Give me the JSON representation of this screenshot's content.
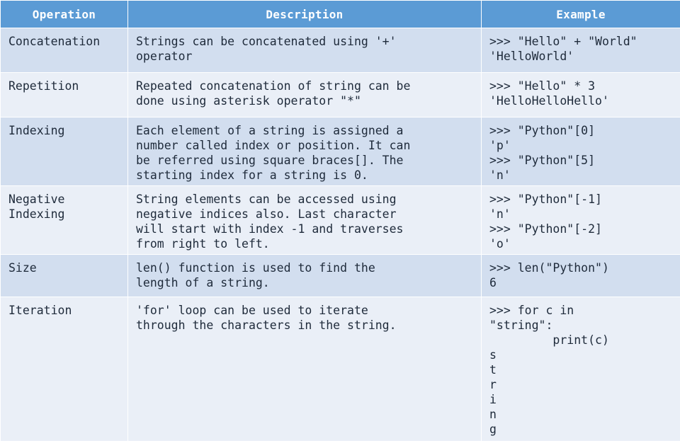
{
  "headers": [
    "Operation",
    "Description",
    "Example"
  ],
  "rows": [
    {
      "operation": "Concatenation",
      "description": "Strings can be concatenated using '+'\noperator",
      "example": ">>> \"Hello\" + \"World\"\n'HelloWorld'"
    },
    {
      "operation": "Repetition",
      "description": "Repeated concatenation of string can be\ndone using asterisk operator \"*\"",
      "example": ">>> \"Hello\" * 3\n'HelloHelloHello'"
    },
    {
      "operation": "Indexing",
      "description": "Each element of a string is assigned a\nnumber called index or position. It can\nbe referred using square braces[]. The\nstarting index for a string is 0.",
      "example": ">>> \"Python\"[0]\n'p'\n>>> \"Python\"[5]\n'n'"
    },
    {
      "operation": "Negative\nIndexing",
      "description": "String elements can be accessed using\nnegative indices also. Last character\nwill start with index -1 and traverses\nfrom right to left.",
      "example": ">>> \"Python\"[-1]\n'n'\n>>> \"Python\"[-2]\n'o'"
    },
    {
      "operation": "Size",
      "description": "len() function is used to find the\nlength of a string.",
      "example": ">>> len(\"Python\")\n6"
    },
    {
      "operation": "Iteration",
      "description": "'for' loop can be used to iterate\nthrough the characters in the string.",
      "example": ">>> for c in\n\"string\":\n         print(c)\ns\nt\nr\ni\nn\ng"
    }
  ]
}
